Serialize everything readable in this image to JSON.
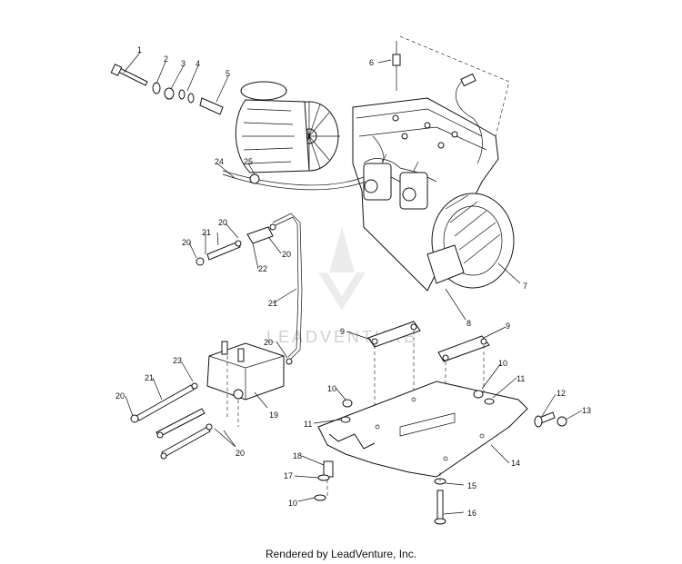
{
  "footer": "Rendered by LeadVenture, Inc.",
  "watermark": "LEADVENTURE",
  "callouts": [
    "1",
    "2",
    "3",
    "4",
    "5",
    "6",
    "7",
    "8",
    "9",
    "9",
    "10",
    "10",
    "10",
    "11",
    "11",
    "12",
    "13",
    "14",
    "15",
    "16",
    "17",
    "18",
    "19",
    "20",
    "20",
    "20",
    "20",
    "20",
    "20",
    "21",
    "21",
    "21",
    "22",
    "23",
    "24",
    "25"
  ]
}
